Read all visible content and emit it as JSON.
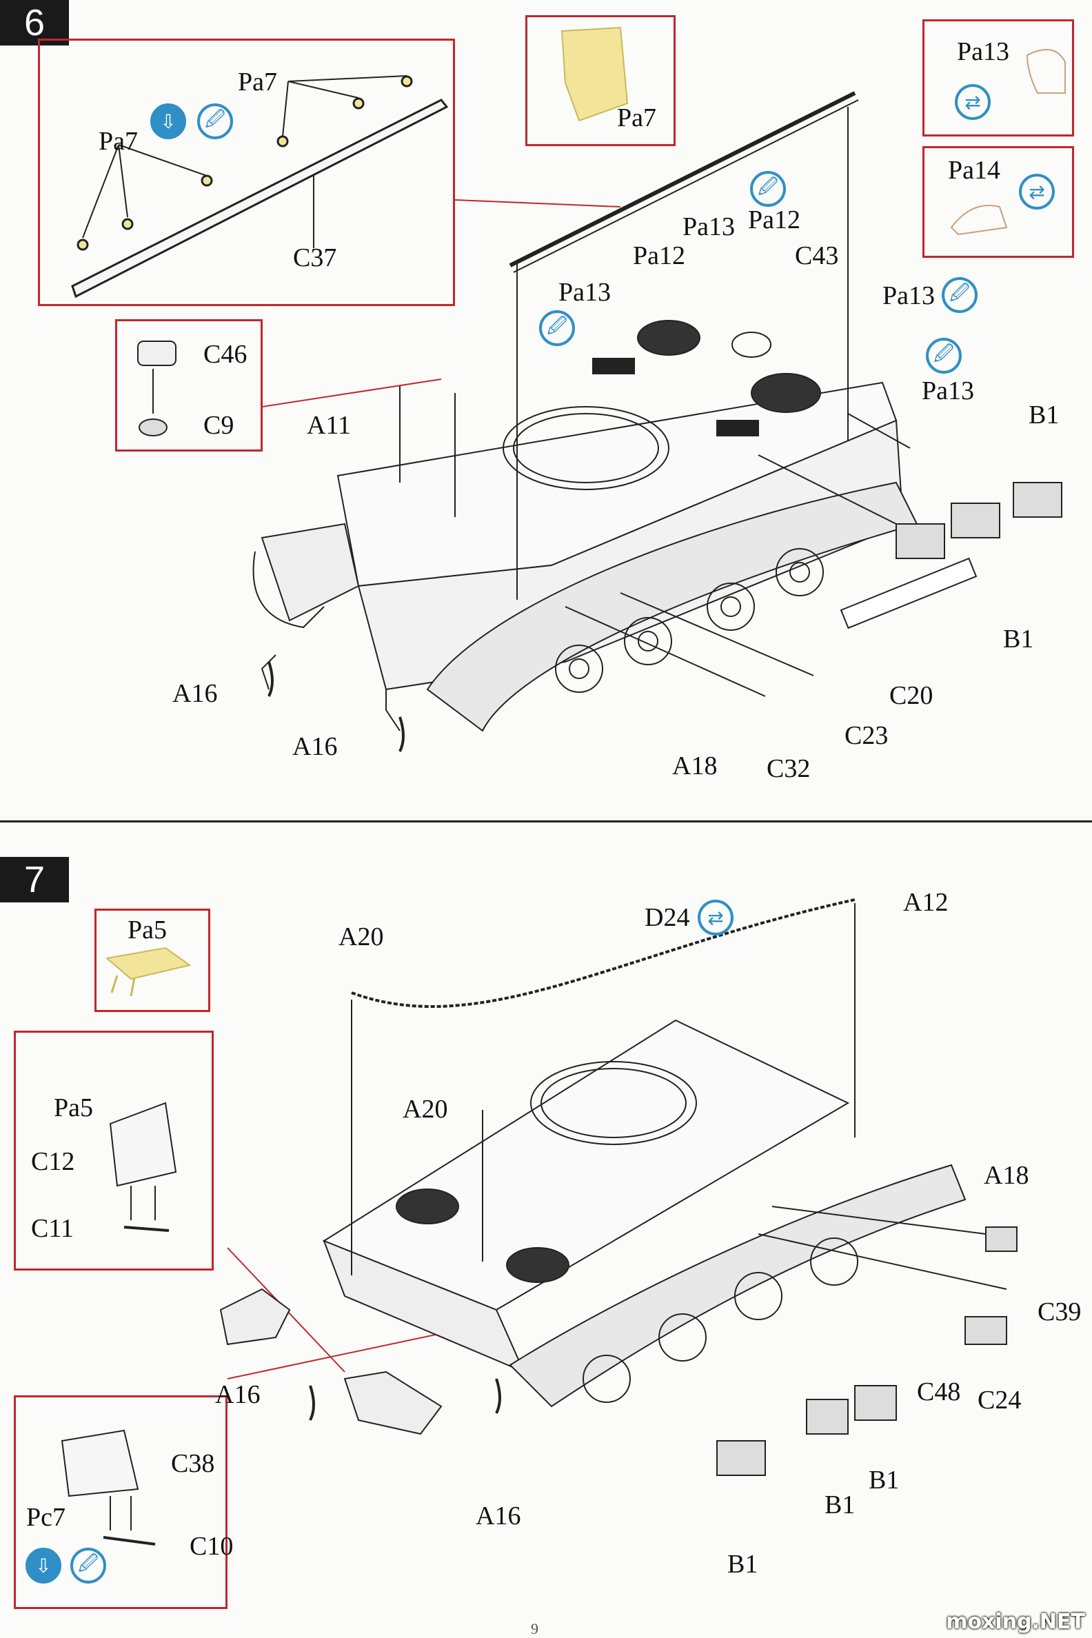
{
  "steps": {
    "step6": {
      "number": "6",
      "labels": {
        "pa7_a": "Pa7",
        "pa7_b": "Pa7",
        "c37": "C37",
        "pa7_box": "Pa7",
        "pa13_box": "Pa13",
        "pa14_box": "Pa14",
        "c46": "C46",
        "c9": "C9",
        "a11": "A11",
        "pa13_a": "Pa13",
        "pa12_a": "Pa12",
        "pa13_b": "Pa13",
        "pa12_b": "Pa12",
        "c43": "C43",
        "pa13_c": "Pa13",
        "pa13_d": "Pa13",
        "b1_a": "B1",
        "b1_b": "B1",
        "c20": "C20",
        "c23": "C23",
        "a18": "A18",
        "c32": "C32",
        "a16_a": "A16",
        "a16_b": "A16"
      }
    },
    "step7": {
      "number": "7",
      "labels": {
        "pa5_box": "Pa5",
        "a20_a": "A20",
        "d24": "D24",
        "a12": "A12",
        "a20_b": "A20",
        "pa5": "Pa5",
        "c12": "C12",
        "c11": "C11",
        "a18": "A18",
        "c39": "C39",
        "a16_a": "A16",
        "c48": "C48",
        "c24": "C24",
        "b1_a": "B1",
        "b1_b": "B1",
        "c38": "C38",
        "pc7": "Pc7",
        "c10": "C10",
        "a16_b": "A16",
        "b1_c": "B1"
      }
    }
  },
  "colors": {
    "callout_box": "#c0272d",
    "instruction_icon": "#2f8fc6",
    "part_yellow": "#f2e59a"
  },
  "icons": [
    "symmetric-icon",
    "glue-icon",
    "rotate-view-icon",
    "flip-icon"
  ],
  "page_number": "9",
  "watermark": "moxing.NET"
}
